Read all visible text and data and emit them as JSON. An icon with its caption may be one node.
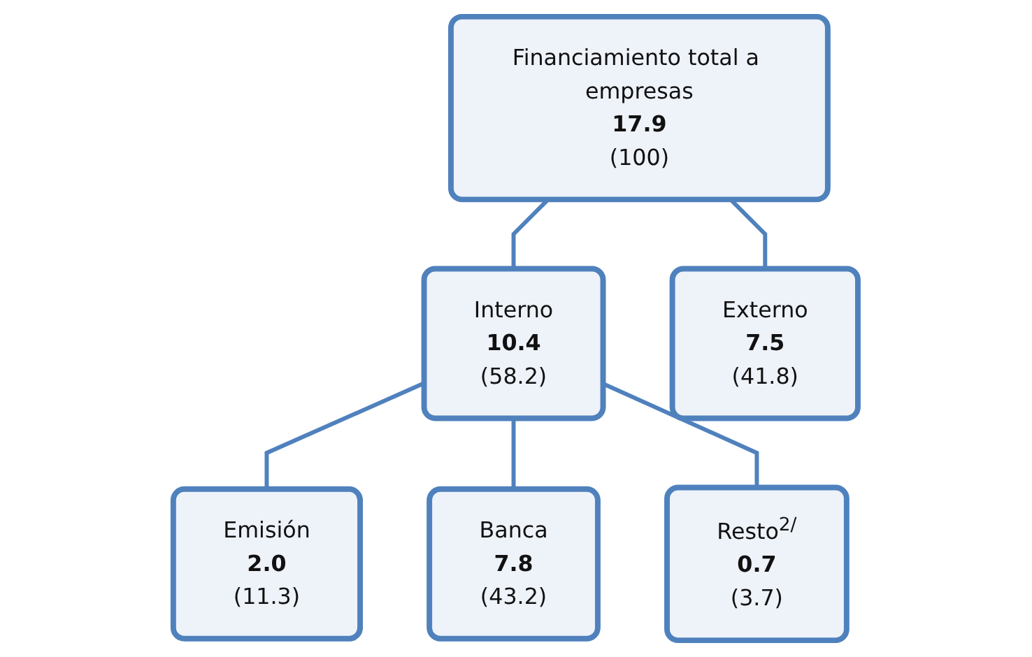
{
  "diagram": {
    "nodes": [
      {
        "text": [
          "Financiamiento total a empresas",
          "17.9",
          "(100)"
        ]
      },
      {
        "text": [
          "Interno",
          "10.4",
          "(58.2)"
        ]
      },
      {
        "text": [
          "Externo",
          "7.5",
          "(41.8)"
        ]
      },
      {
        "text": [
          "Emisión",
          "2.0",
          "(11.3)"
        ]
      },
      {
        "text": [
          "Banca",
          "7.8",
          "(43.2)"
        ]
      },
      {
        "text": [
          "Resto$^{2/}$",
          "0.7",
          "(3.7)"
        ]
      }
    ],
    "edges": [
      {
        "from": 0,
        "to": 1,
        "arrow": "none"
      },
      {
        "from": 0,
        "to": 2,
        "arrow": "none"
      },
      {
        "from": 1,
        "to": 3,
        "arrow": "none"
      },
      {
        "from": 1,
        "to": 4,
        "arrow": "none"
      },
      {
        "from": 1,
        "to": 5,
        "arrow": "none"
      }
    ]
  }
}
